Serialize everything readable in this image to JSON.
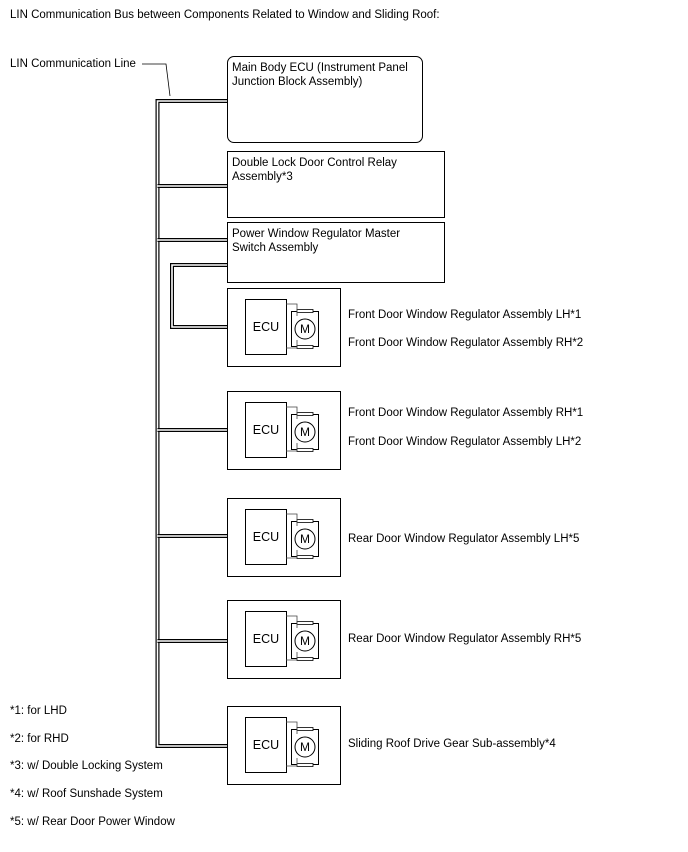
{
  "title": "LIN Communication Bus between Components Related to Window and Sliding Roof:",
  "bus_label": "LIN Communication Line",
  "components": {
    "main_body_ecu": "Main Body ECU (Instrument Panel\nJunction Block Assembly)",
    "double_lock_relay": "Double Lock Door Control Relay\nAssembly*3",
    "master_switch": "Power Window Regulator Master\nSwitch Assembly"
  },
  "ecu_label": "ECU",
  "motor_label": "M",
  "regulators": [
    {
      "lines": [
        "Front Door Window Regulator Assembly LH*1",
        "Front Door Window Regulator Assembly RH*2"
      ]
    },
    {
      "lines": [
        "Front Door Window Regulator Assembly RH*1",
        "Front Door Window Regulator Assembly LH*2"
      ]
    },
    {
      "lines": [
        "Rear Door Window Regulator Assembly LH*5"
      ]
    },
    {
      "lines": [
        "Rear Door Window Regulator Assembly RH*5"
      ]
    },
    {
      "lines": [
        "Sliding Roof Drive Gear Sub-assembly*4"
      ]
    }
  ],
  "notes": [
    "*1: for LHD",
    "*2: for RHD",
    "*3: w/ Double Locking System",
    "*4: w/ Roof Sunshade System",
    "*5: w/ Rear Door Power Window"
  ]
}
